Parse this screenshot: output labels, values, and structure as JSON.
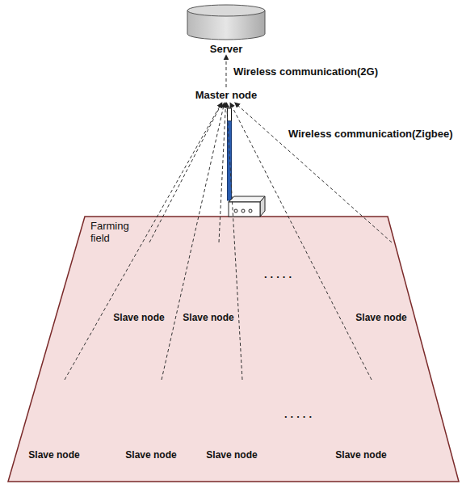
{
  "diagram": {
    "nodes": [
      {
        "text": [
          "Server"
        ]
      },
      {
        "text": [
          "Master node"
        ]
      },
      {
        "text": [
          "Farming field"
        ]
      },
      {
        "text": [
          "Slave node"
        ],
        "in": 2
      },
      {
        "text": [
          "Slave node"
        ],
        "in": 2
      },
      {
        "text": [
          "Slave node"
        ],
        "in": 2
      },
      {
        "text": [
          "Slave node"
        ],
        "in": 2
      },
      {
        "text": [
          "Slave node"
        ],
        "in": 2
      },
      {
        "text": [
          "Slave node"
        ],
        "in": 2
      },
      {
        "text": [
          "Slave node"
        ],
        "in": 2
      }
    ],
    "edges": [
      {
        "from": 1,
        "to": 0,
        "arrow": "to",
        "label": "Wireless communication(2G)"
      },
      {
        "from": 3,
        "to": 1,
        "arrow": "to"
      },
      {
        "from": 4,
        "to": 1,
        "arrow": "to"
      },
      {
        "from": 5,
        "to": 1,
        "arrow": "to"
      },
      {
        "from": 6,
        "to": 1,
        "arrow": "to"
      },
      {
        "from": 7,
        "to": 1,
        "arrow": "to"
      },
      {
        "from": 8,
        "to": 1,
        "arrow": "to"
      },
      {
        "from": 9,
        "to": 1,
        "arrow": "to"
      }
    ],
    "labels": [
      "Wireless communication(Zigbee)",
      ".....",
      "....."
    ]
  }
}
